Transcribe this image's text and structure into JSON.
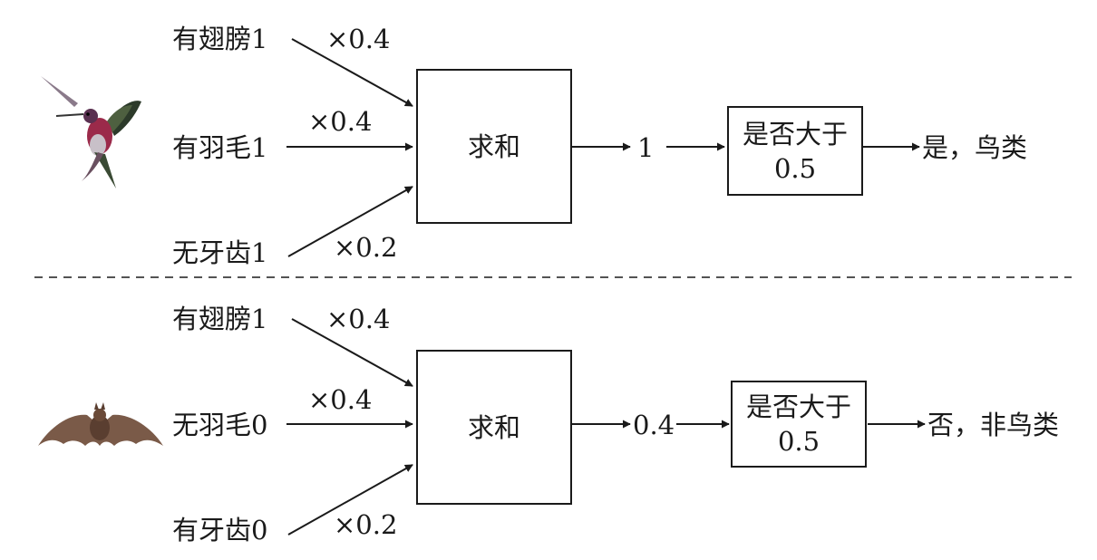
{
  "panels": [
    {
      "inputs": [
        {
          "label": "有翅膀1",
          "weight": "×0.4"
        },
        {
          "label": "有羽毛1",
          "weight": "×0.4"
        },
        {
          "label": "无牙齿1",
          "weight": "×0.2"
        }
      ],
      "sum_label": "求和",
      "sum_value": "1",
      "decision_line1": "是否大于",
      "decision_line2": "0.5",
      "result": "是，鸟类"
    },
    {
      "inputs": [
        {
          "label": "有翅膀1",
          "weight": "×0.4"
        },
        {
          "label": "无羽毛0",
          "weight": "×0.4"
        },
        {
          "label": "有牙齿0",
          "weight": "×0.2"
        }
      ],
      "sum_label": "求和",
      "sum_value": "0.4",
      "decision_line1": "是否大于",
      "decision_line2": "0.5",
      "result": "否，非鸟类"
    }
  ],
  "colors": {
    "ink": "#1a1a1a",
    "hummingbird_body": "#9b2a4a",
    "bat_body": "#7a5a48"
  }
}
